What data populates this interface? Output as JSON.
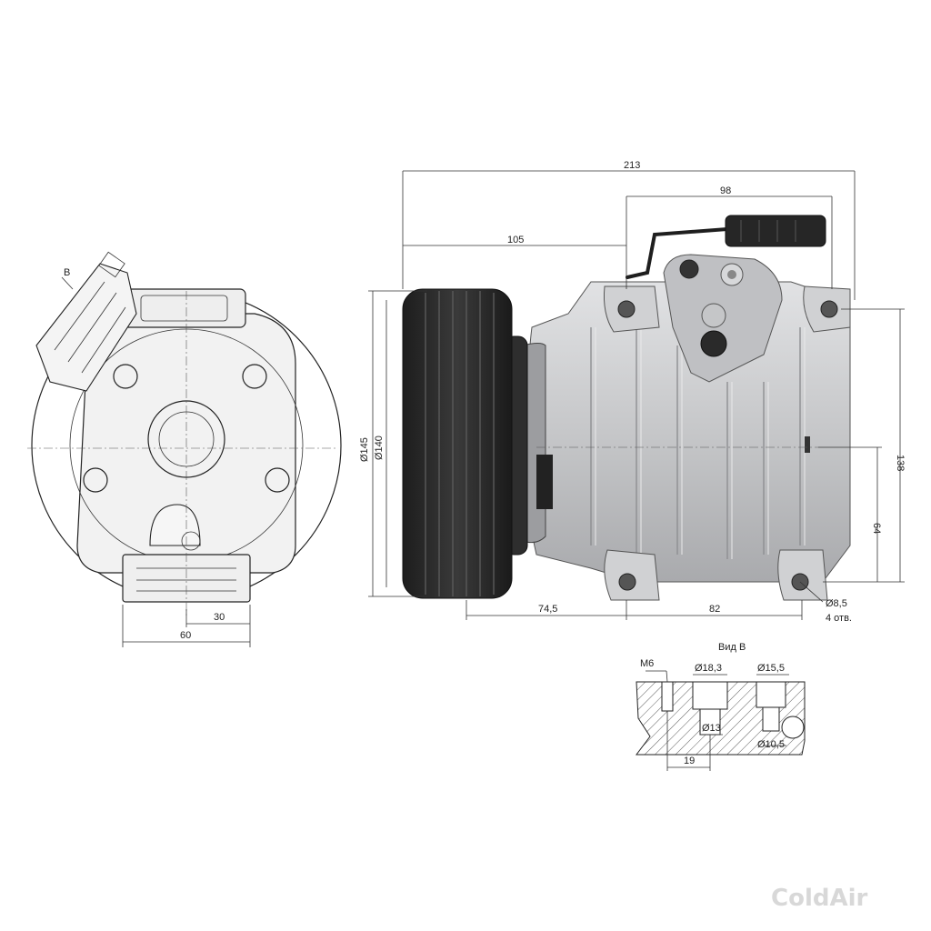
{
  "front_view": {
    "view_marker": "B",
    "dim_width": "60",
    "dim_half": "30"
  },
  "side_view": {
    "dim_overall_length": "213",
    "dim_mount_span": "98",
    "dim_pulley_offset": "105",
    "dim_pulley_dia": "Ø145",
    "dim_body_dia": "Ø140",
    "dim_height": "138",
    "dim_mount_height": "64",
    "dim_front_to_mount": "74,5",
    "dim_mount_spacing": "82",
    "dim_hole_dia": "Ø8,5",
    "dim_hole_count": "4 отв."
  },
  "detail_view": {
    "title": "Вид В",
    "thread": "M6",
    "bore_large_a": "Ø18,3",
    "bore_large_b": "Ø15,5",
    "bore_small_a": "Ø13",
    "bore_small_b": "Ø10,5",
    "spacing": "19"
  },
  "watermark": "ColdAir",
  "colors": {
    "line": "#222222",
    "pulley": "#2b2b2b",
    "body": "#c9cacc",
    "watermark": "#d8d8d8"
  }
}
